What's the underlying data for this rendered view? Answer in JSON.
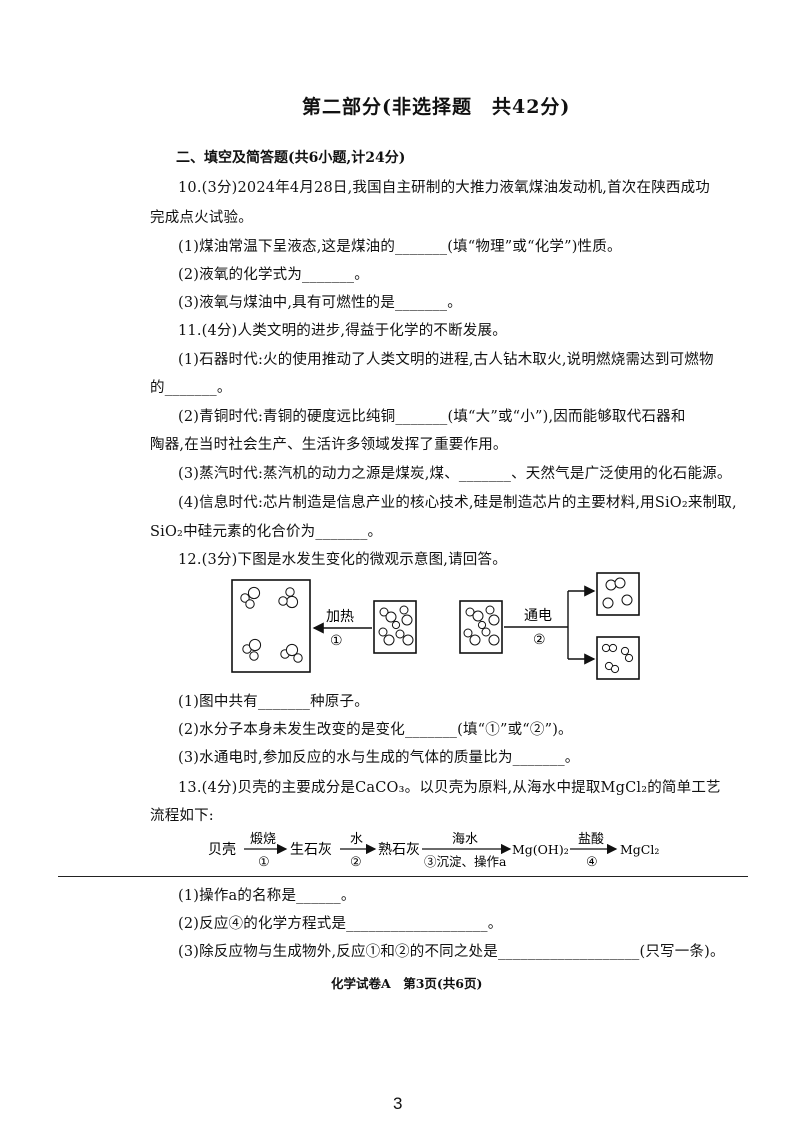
{
  "title": "第二部分(非选择题　共42分)",
  "section": "二、填空及简答题(共6小题,计24分)",
  "q10": {
    "stem_1": "10.(3分)2024年4月28日,我国自主研制的大推力液氧煤油发动机,首次在陕西成功",
    "stem_2": "完成点火试验。",
    "p1": "(1)煤油常温下呈液态,这是煤油的_______(填“物理”或“化学”)性质。",
    "p2": "(2)液氧的化学式为_______。",
    "p3": "(3)液氧与煤油中,具有可燃性的是_______。"
  },
  "q11": {
    "stem": "11.(4分)人类文明的进步,得益于化学的不断发展。",
    "p1_1": "(1)石器时代:火的使用推动了人类文明的进程,古人钻木取火,说明燃烧需达到可燃物",
    "p1_2": "的_______。",
    "p2_1": "(2)青铜时代:青铜的硬度远比纯铜_______(填“大”或“小”),因而能够取代石器和",
    "p2_2": "陶器,在当时社会生产、生活许多领域发挥了重要作用。",
    "p3": "(3)蒸汽时代:蒸汽机的动力之源是煤炭,煤、_______、天然气是广泛使用的化石能源。",
    "p4_1": "(4)信息时代:芯片制造是信息产业的核心技术,硅是制造芯片的主要材料,用SiO₂来制取,",
    "p4_2": "SiO₂中硅元素的化合价为_______。"
  },
  "q12": {
    "stem": "12.(3分)下图是水发生变化的微观示意图,请回答。",
    "diagram": {
      "arrow1_top": "加热",
      "arrow1_bottom": "①",
      "arrow2_top": "通电",
      "arrow2_bottom": "②"
    },
    "p1": "(1)图中共有_______种原子。",
    "p2": "(2)水分子本身未发生改变的是变化_______(填“①”或“②”)。",
    "p3": "(3)水通电时,参加反应的水与生成的气体的质量比为_______。"
  },
  "q13": {
    "stem_1": "13.(4分)贝壳的主要成分是CaCO₃。以贝壳为原料,从海水中提取MgCl₂的简单工艺",
    "stem_2": "流程如下:",
    "flow": {
      "n1": "贝壳",
      "a1_top": "煅烧",
      "a1_bottom": "①",
      "n2": "生石灰",
      "a2_top": "水",
      "a2_bottom": "②",
      "n3": "熟石灰",
      "a3_top": "海水",
      "a3_bottom": "③沉淀、操作a",
      "n4": "Mg(OH)₂",
      "a4_top": "盐酸",
      "a4_bottom": "④",
      "n5": "MgCl₂"
    },
    "p1": "(1)操作a的名称是______。",
    "p2": "(2)反应④的化学方程式是___________________。",
    "p3": "(3)除反应物与生成物外,反应①和②的不同之处是___________________(只写一条)。"
  },
  "footer": "化学试卷A　第3页(共6页)",
  "page_number": "3"
}
